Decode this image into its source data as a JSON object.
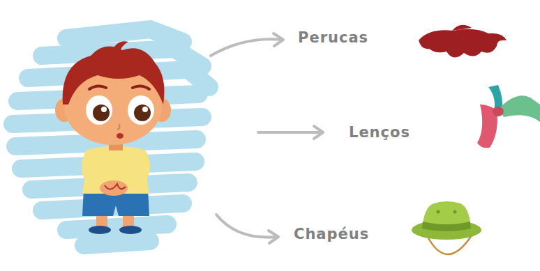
{
  "diagram": {
    "labels": [
      "Perucas",
      "Lenços",
      "Chapéus"
    ]
  }
}
